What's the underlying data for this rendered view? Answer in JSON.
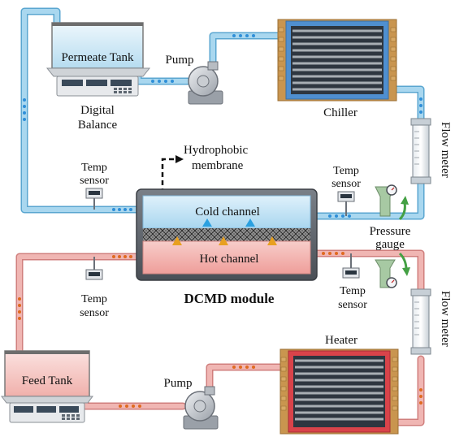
{
  "labels": {
    "permeate_tank": "Permeate Tank",
    "pump_top": "Pump",
    "chiller": "Chiller",
    "digital_balance_line1": "Digital",
    "digital_balance_line2": "Balance",
    "flow_meter_top": "Flow meter",
    "hydrophobic_line1": "Hydrophobic",
    "hydrophobic_line2": "membrane",
    "temp_sensor_tl_1": "Temp",
    "temp_sensor_tl_2": "sensor",
    "temp_sensor_tr_1": "Temp",
    "temp_sensor_tr_2": "sensor",
    "cold_channel": "Cold channel",
    "hot_channel": "Hot channel",
    "pressure_gauge_1": "Pressure",
    "pressure_gauge_2": "gauge",
    "temp_sensor_bl_1": "Temp",
    "temp_sensor_bl_2": "sensor",
    "dcmd_module": "DCMD module",
    "temp_sensor_br_1": "Temp",
    "temp_sensor_br_2": "sensor",
    "flow_meter_bottom": "Flow meter",
    "heater": "Heater",
    "feed_tank": "Feed Tank",
    "pump_bottom": "Pump"
  },
  "colors": {
    "cold_pipe": "#8ec9e8",
    "cold_pipe_edge": "#5aa6d0",
    "hot_pipe": "#eeaaa8",
    "hot_pipe_edge": "#d07f7d",
    "cold_channel_fill": "#bfe2f5",
    "hot_channel_fill": "#f3b9b6",
    "module_frame": "#5a5f66",
    "chiller_core": "#4f8fd0",
    "heater_core": "#d9434a",
    "copper": "#c9954f",
    "flow_blue": "#2f8fd8",
    "flow_orange": "#e06a20",
    "arrow_green": "#44a044",
    "triangle_blue": "#2aa0e0",
    "triangle_orange": "#e8a020"
  }
}
